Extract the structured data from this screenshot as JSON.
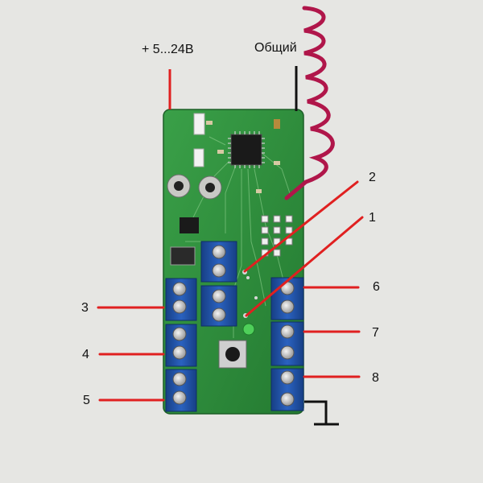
{
  "labels": {
    "power": "+ 5...24В",
    "common": "Общий",
    "n1": "1",
    "n2": "2",
    "n3": "3",
    "n4": "4",
    "n5": "5",
    "n6": "6",
    "n7": "7",
    "n8": "8"
  },
  "colors": {
    "background": "#e6e6e3",
    "pcb": "#2f8f3c",
    "terminal": "#1f4fa0",
    "screw": "#d9d9d9",
    "annotation_line": "#e02020",
    "antenna": "#b0164a",
    "wire_black": "#111111"
  },
  "icons": {
    "ground": "ground-symbol-icon",
    "antenna": "spring-antenna-icon"
  }
}
